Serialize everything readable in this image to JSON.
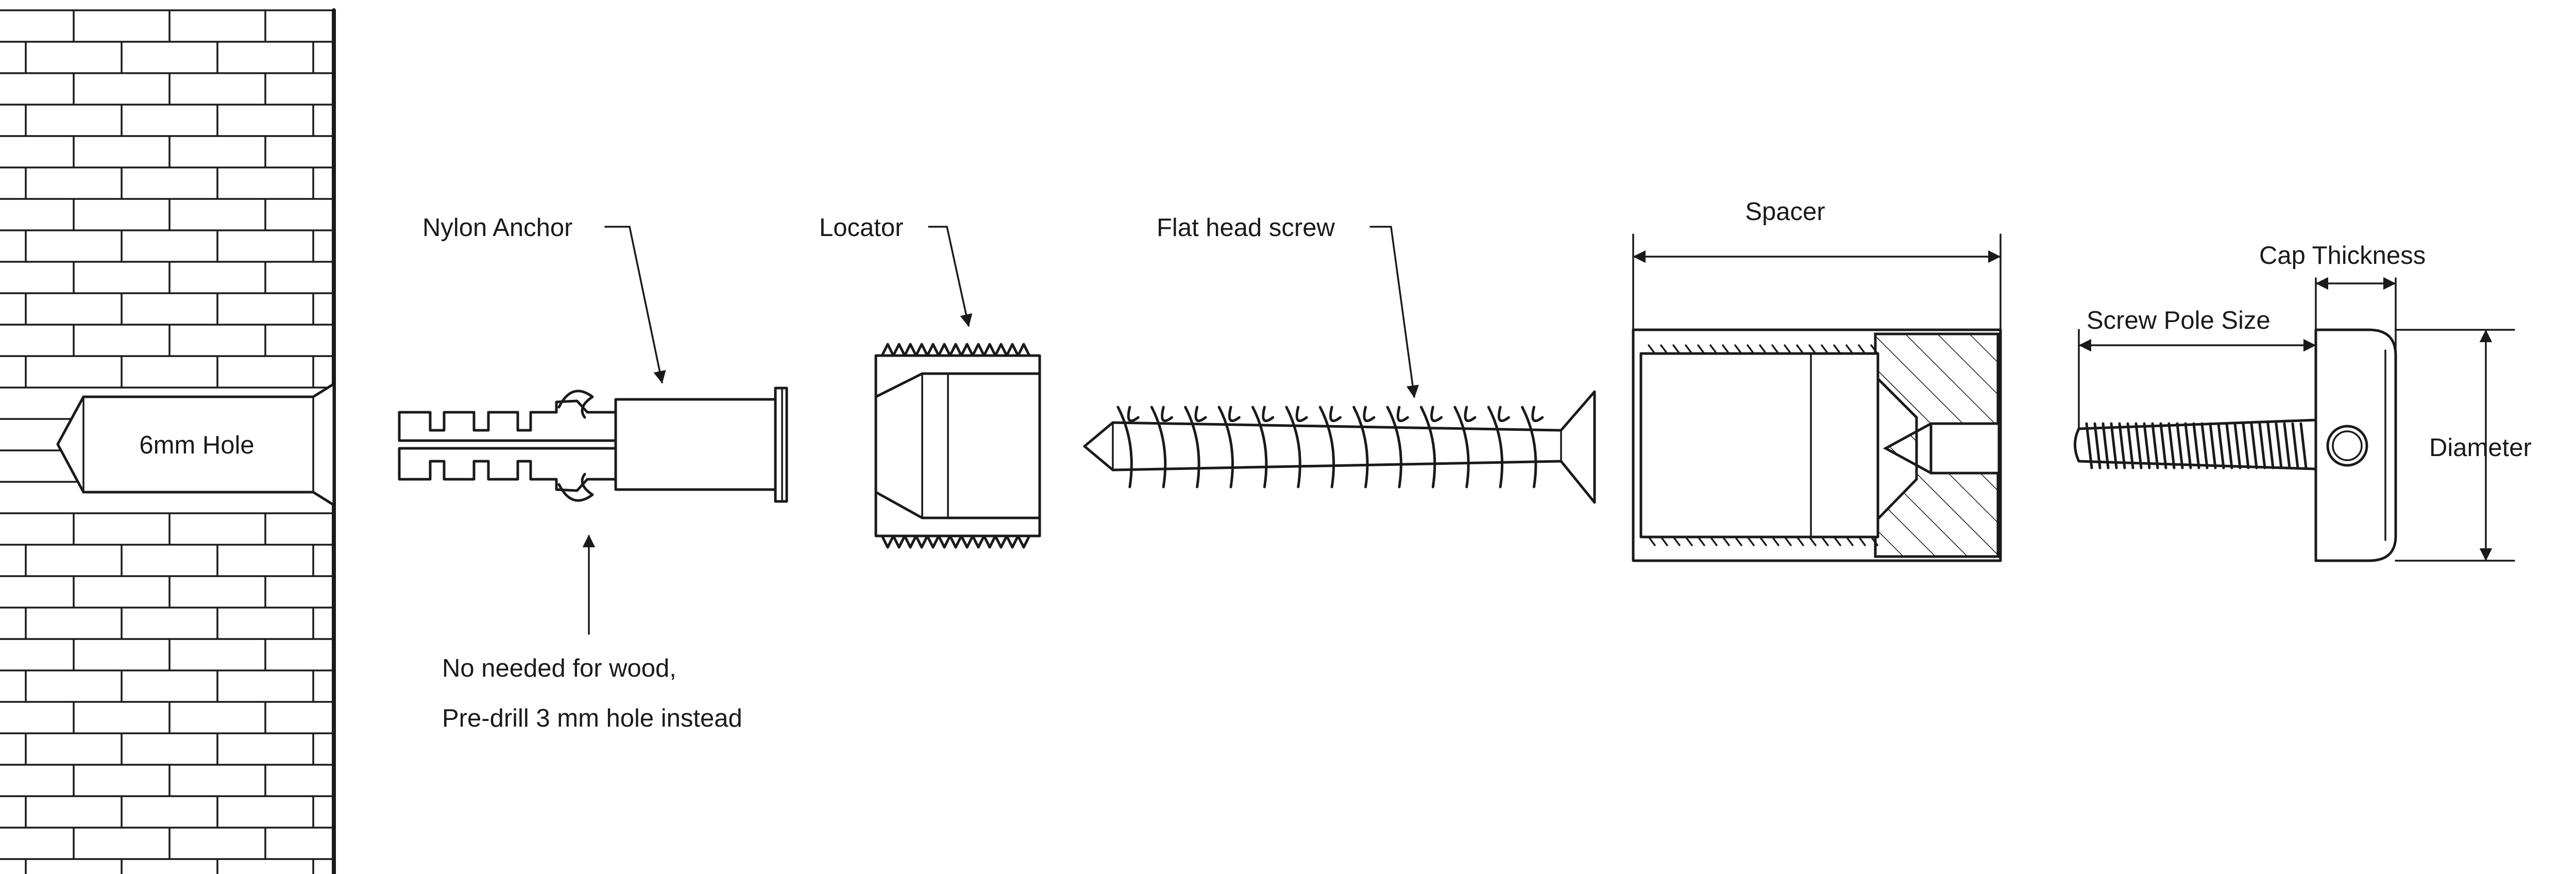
{
  "labels": {
    "hole": "6mm Hole",
    "anchor": "Nylon Anchor",
    "anchor_note_line1": "No needed for wood,",
    "anchor_note_line2": "Pre-drill 3 mm hole instead",
    "locator": "Locator",
    "screw": "Flat head screw",
    "spacer": "Spacer",
    "cap_thickness": "Cap Thickness",
    "screw_pole_size": "Screw Pole Size",
    "diameter": "Diameter"
  },
  "colors": {
    "line": "#1a1a1a",
    "background": "#ffffff"
  }
}
